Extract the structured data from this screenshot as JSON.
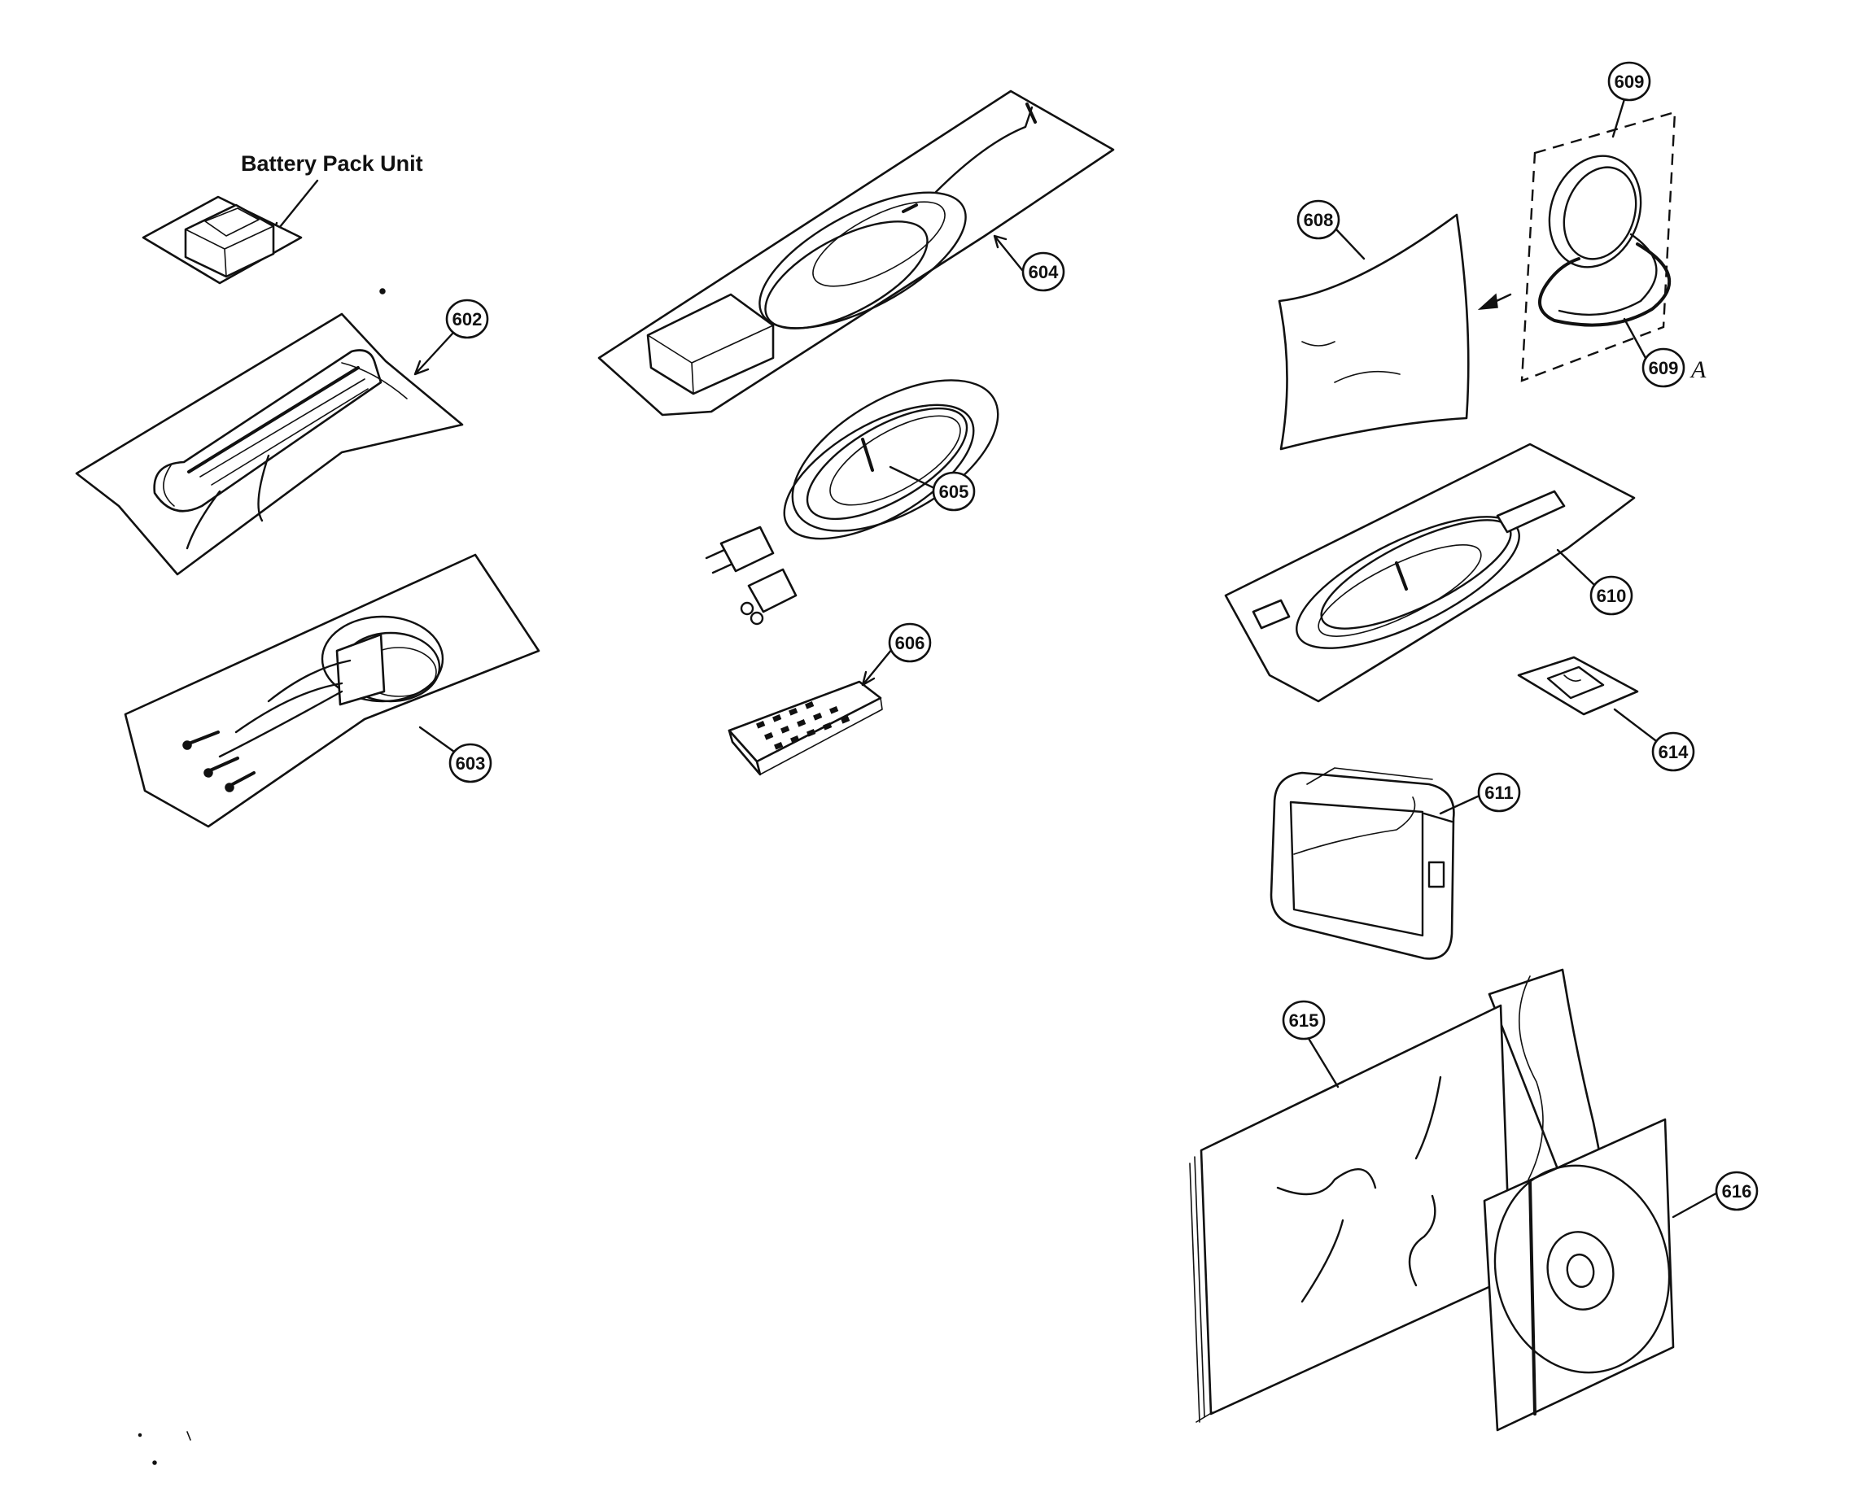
{
  "labels": {
    "battery_pack_unit": "Battery Pack Unit"
  },
  "callouts": [
    {
      "id": "602",
      "text": "602"
    },
    {
      "id": "603",
      "text": "603"
    },
    {
      "id": "604",
      "text": "604"
    },
    {
      "id": "605",
      "text": "605"
    },
    {
      "id": "606",
      "text": "606"
    },
    {
      "id": "608",
      "text": "608"
    },
    {
      "id": "609",
      "text": "609"
    },
    {
      "id": "609a",
      "text": "609",
      "suffix": "A"
    },
    {
      "id": "610",
      "text": "610"
    },
    {
      "id": "611",
      "text": "611"
    },
    {
      "id": "614",
      "text": "614"
    },
    {
      "id": "615",
      "text": "615"
    },
    {
      "id": "616",
      "text": "616"
    }
  ]
}
